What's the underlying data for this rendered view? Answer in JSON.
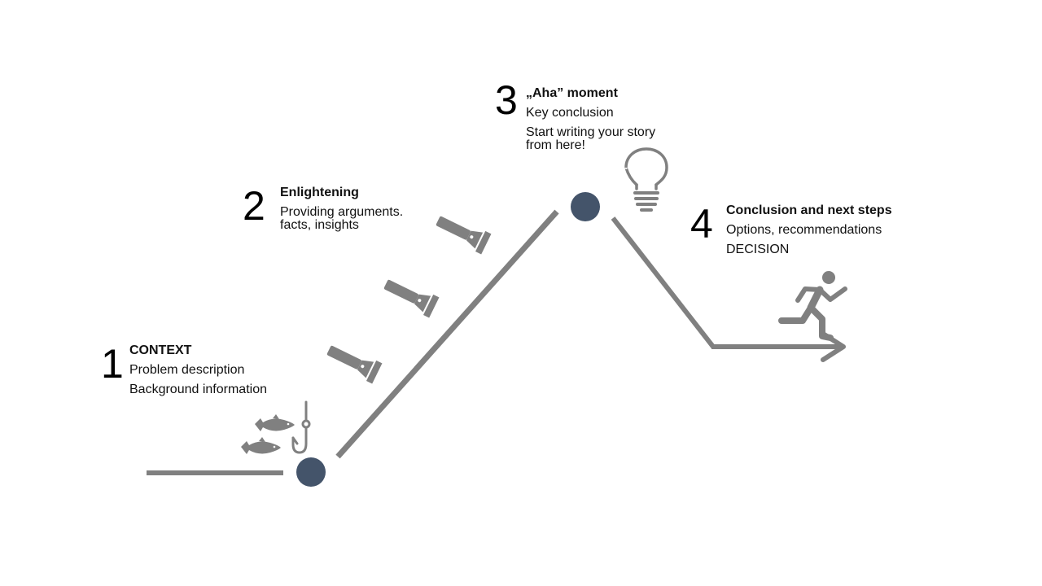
{
  "colors": {
    "line": "#808080",
    "node": "#44546A",
    "text": "#000000"
  },
  "icons": {
    "fish": "fish-icon",
    "hook": "fishing-hook-icon",
    "flashlight": "flashlight-icon",
    "bulb": "lightbulb-icon",
    "runner": "running-person-icon",
    "arrow": "arrow-right-icon"
  },
  "steps": [
    {
      "number": "1",
      "title": "CONTEXT",
      "lines": [
        "Problem description",
        "Background information"
      ]
    },
    {
      "number": "2",
      "title": "Enlightening",
      "lines": [
        "Providing arguments.",
        "facts, insights"
      ]
    },
    {
      "number": "3",
      "title": "„Aha” moment",
      "lines": [
        "Key conclusion",
        "Start writing your story",
        "from here!"
      ]
    },
    {
      "number": "4",
      "title": "Conclusion and next steps",
      "lines": [
        "Options, recommendations",
        "DECISION"
      ]
    }
  ]
}
